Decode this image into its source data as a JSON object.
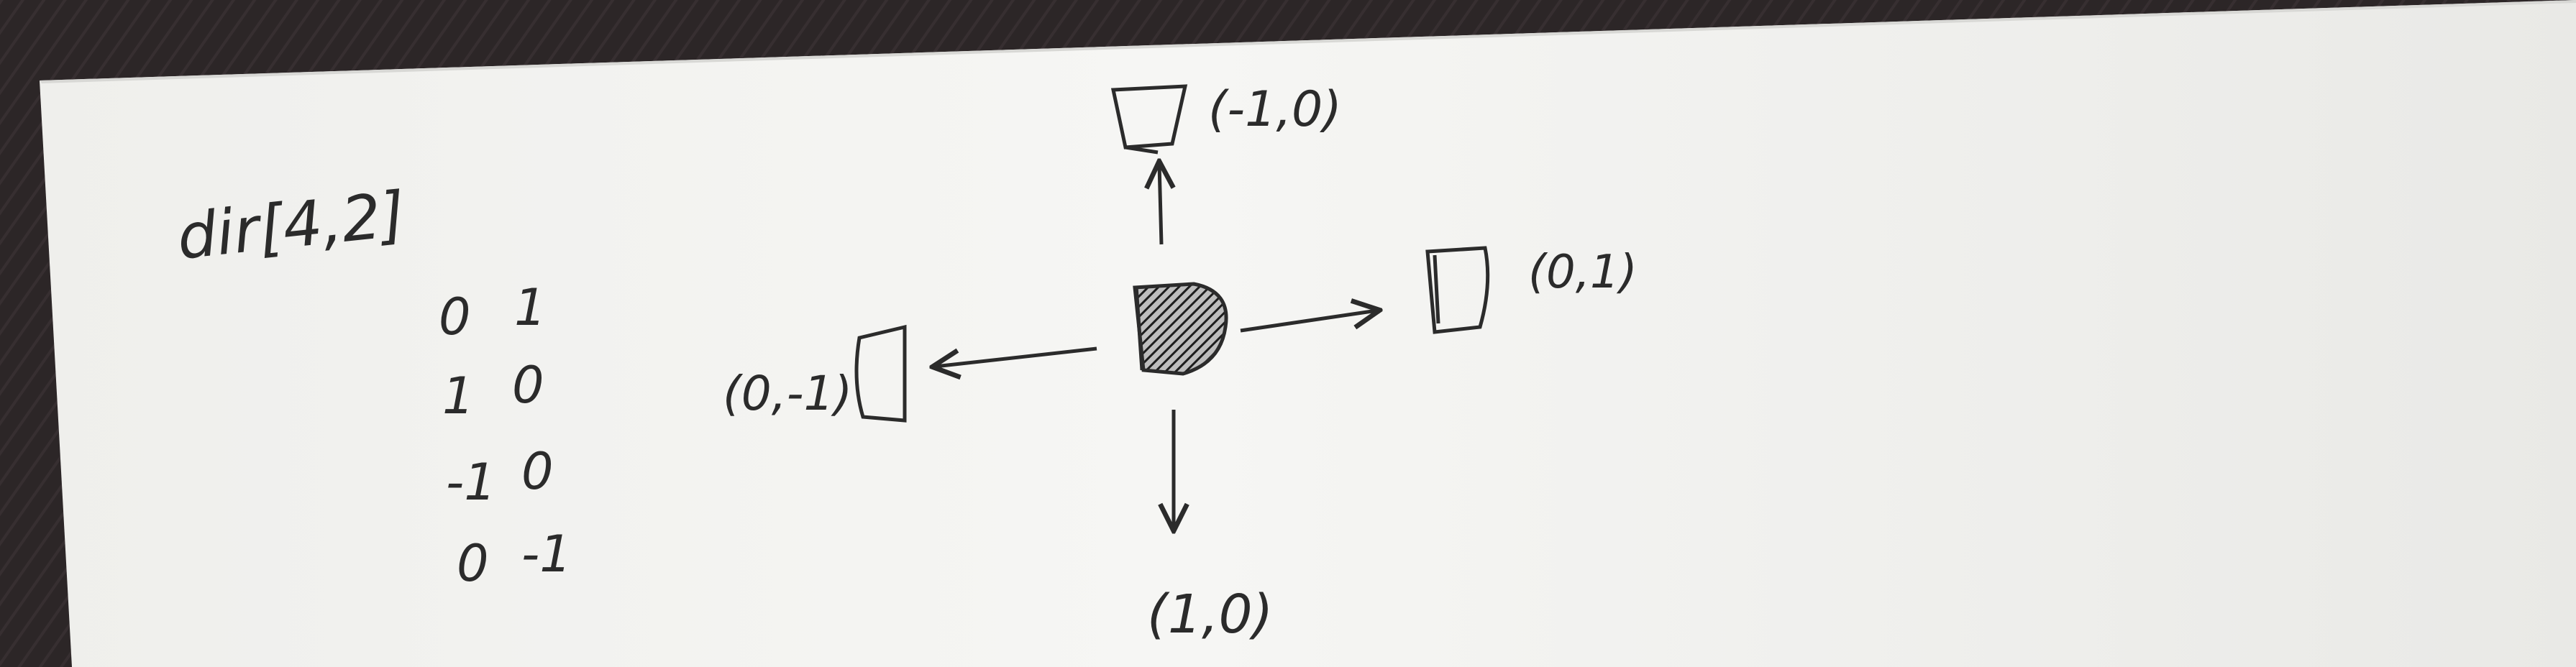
{
  "photo": {
    "subject": "handwritten direction-vector sketch on white paper",
    "ink_color": "#2b2b2b",
    "paper_color": "#f4f4f2",
    "background_color": "#2a2526"
  },
  "note": {
    "array_title": "dir[4,2]",
    "rows": [
      {
        "a": "0",
        "b": "1"
      },
      {
        "a": "1",
        "b": "0"
      },
      {
        "a": "-1",
        "b": "0"
      },
      {
        "a": "0",
        "b": "-1"
      }
    ],
    "up_label": "(-1,0)",
    "right_label": "(0,1)",
    "left_label": "(0,-1)",
    "down_label": "(1,0)"
  }
}
